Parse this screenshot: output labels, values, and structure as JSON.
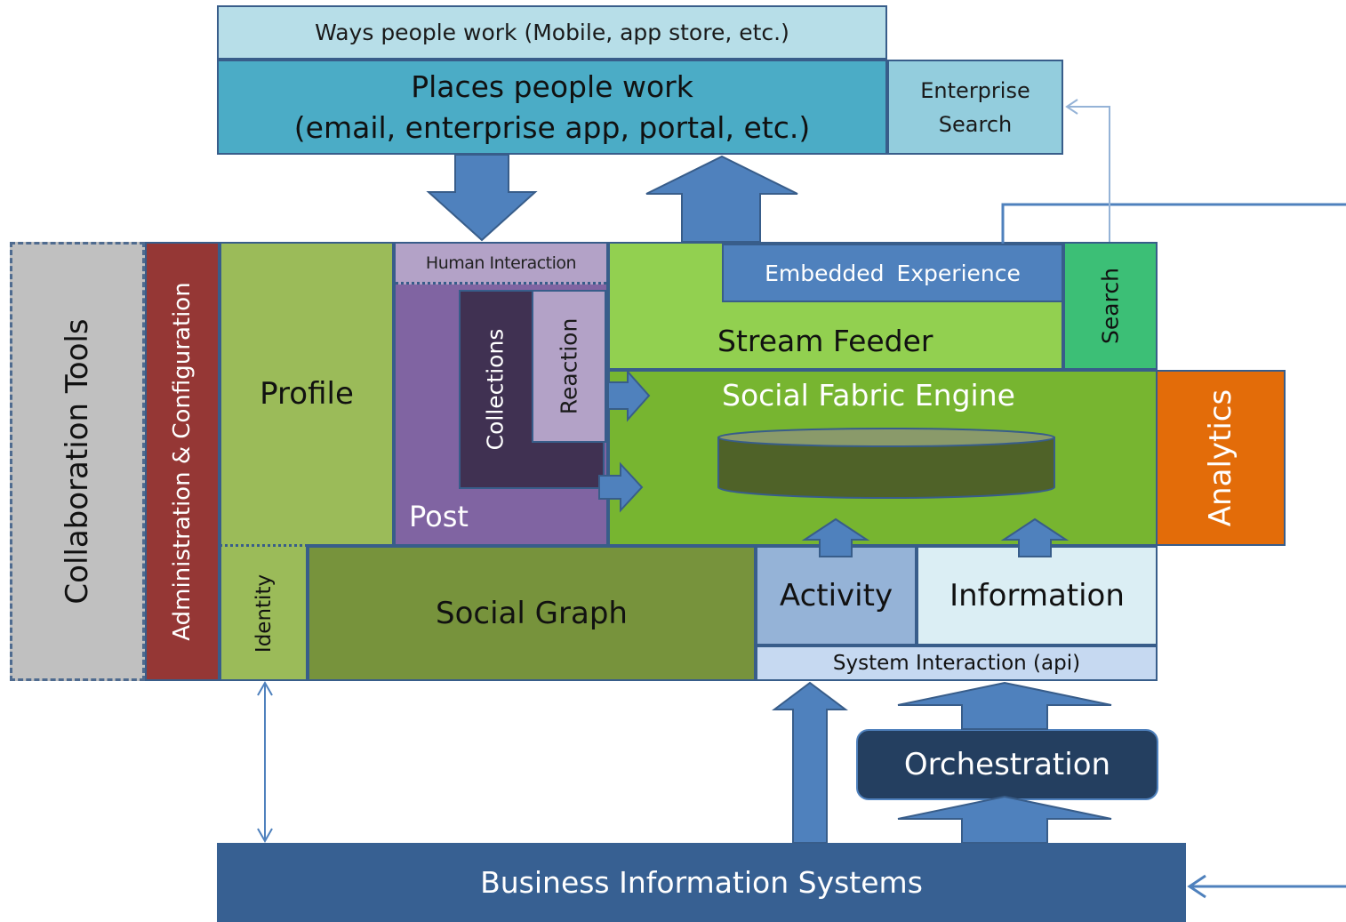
{
  "labels": {
    "ways_people_work": "Ways people work (Mobile, app store, etc.)",
    "places_line1": "Places people work",
    "places_line2": "(email, enterprise app, portal, etc.)",
    "enterprise_line1": "Enterprise",
    "enterprise_line2": "Search",
    "collaboration_tools": "Collaboration Tools",
    "admin_config": "Administration & Configuration",
    "profile": "Profile",
    "identity": "Identity",
    "human_interaction": "Human Interaction",
    "post": "Post",
    "collections": "Collections",
    "reaction": "Reaction",
    "embedded_experience": "Embedded Experience",
    "stream_feeder": "Stream Feeder",
    "search": "Search",
    "social_fabric_engine": "Social Fabric Engine",
    "analytics": "Analytics",
    "social_graph": "Social Graph",
    "activity": "Activity",
    "information": "Information",
    "system_interaction": "System Interaction (api)",
    "orchestration": "Orchestration",
    "business_information_systems": "Business Information Systems"
  },
  "colors": {
    "ways_fill": "#b7dee8",
    "places_fill": "#4bacc6",
    "enterprise_fill": "#93cddd",
    "collab_fill": "#c0c0c0",
    "admin_fill": "#953735",
    "profile_fill": "#9bbb59",
    "identity_fill": "#9bbb59",
    "post_fill": "#8064a2",
    "human_fill": "#b3a2c7",
    "collections_fill": "#403152",
    "reaction_fill": "#b3a2c7",
    "stream_fill": "#92d050",
    "embedded_fill": "#4f81bd",
    "search_fill": "#3cbf76",
    "engine_fill": "#77b530",
    "analytics_fill": "#e36c09",
    "social_graph_fill": "#77933c",
    "activity_fill": "#95b3d7",
    "information_fill": "#dbeef4",
    "system_fill": "#c6d9f1",
    "orchestration_fill": "#243f60",
    "bis_fill": "#376092",
    "arrow_fill": "#4f81bd",
    "line_color": "#4f81bd"
  }
}
